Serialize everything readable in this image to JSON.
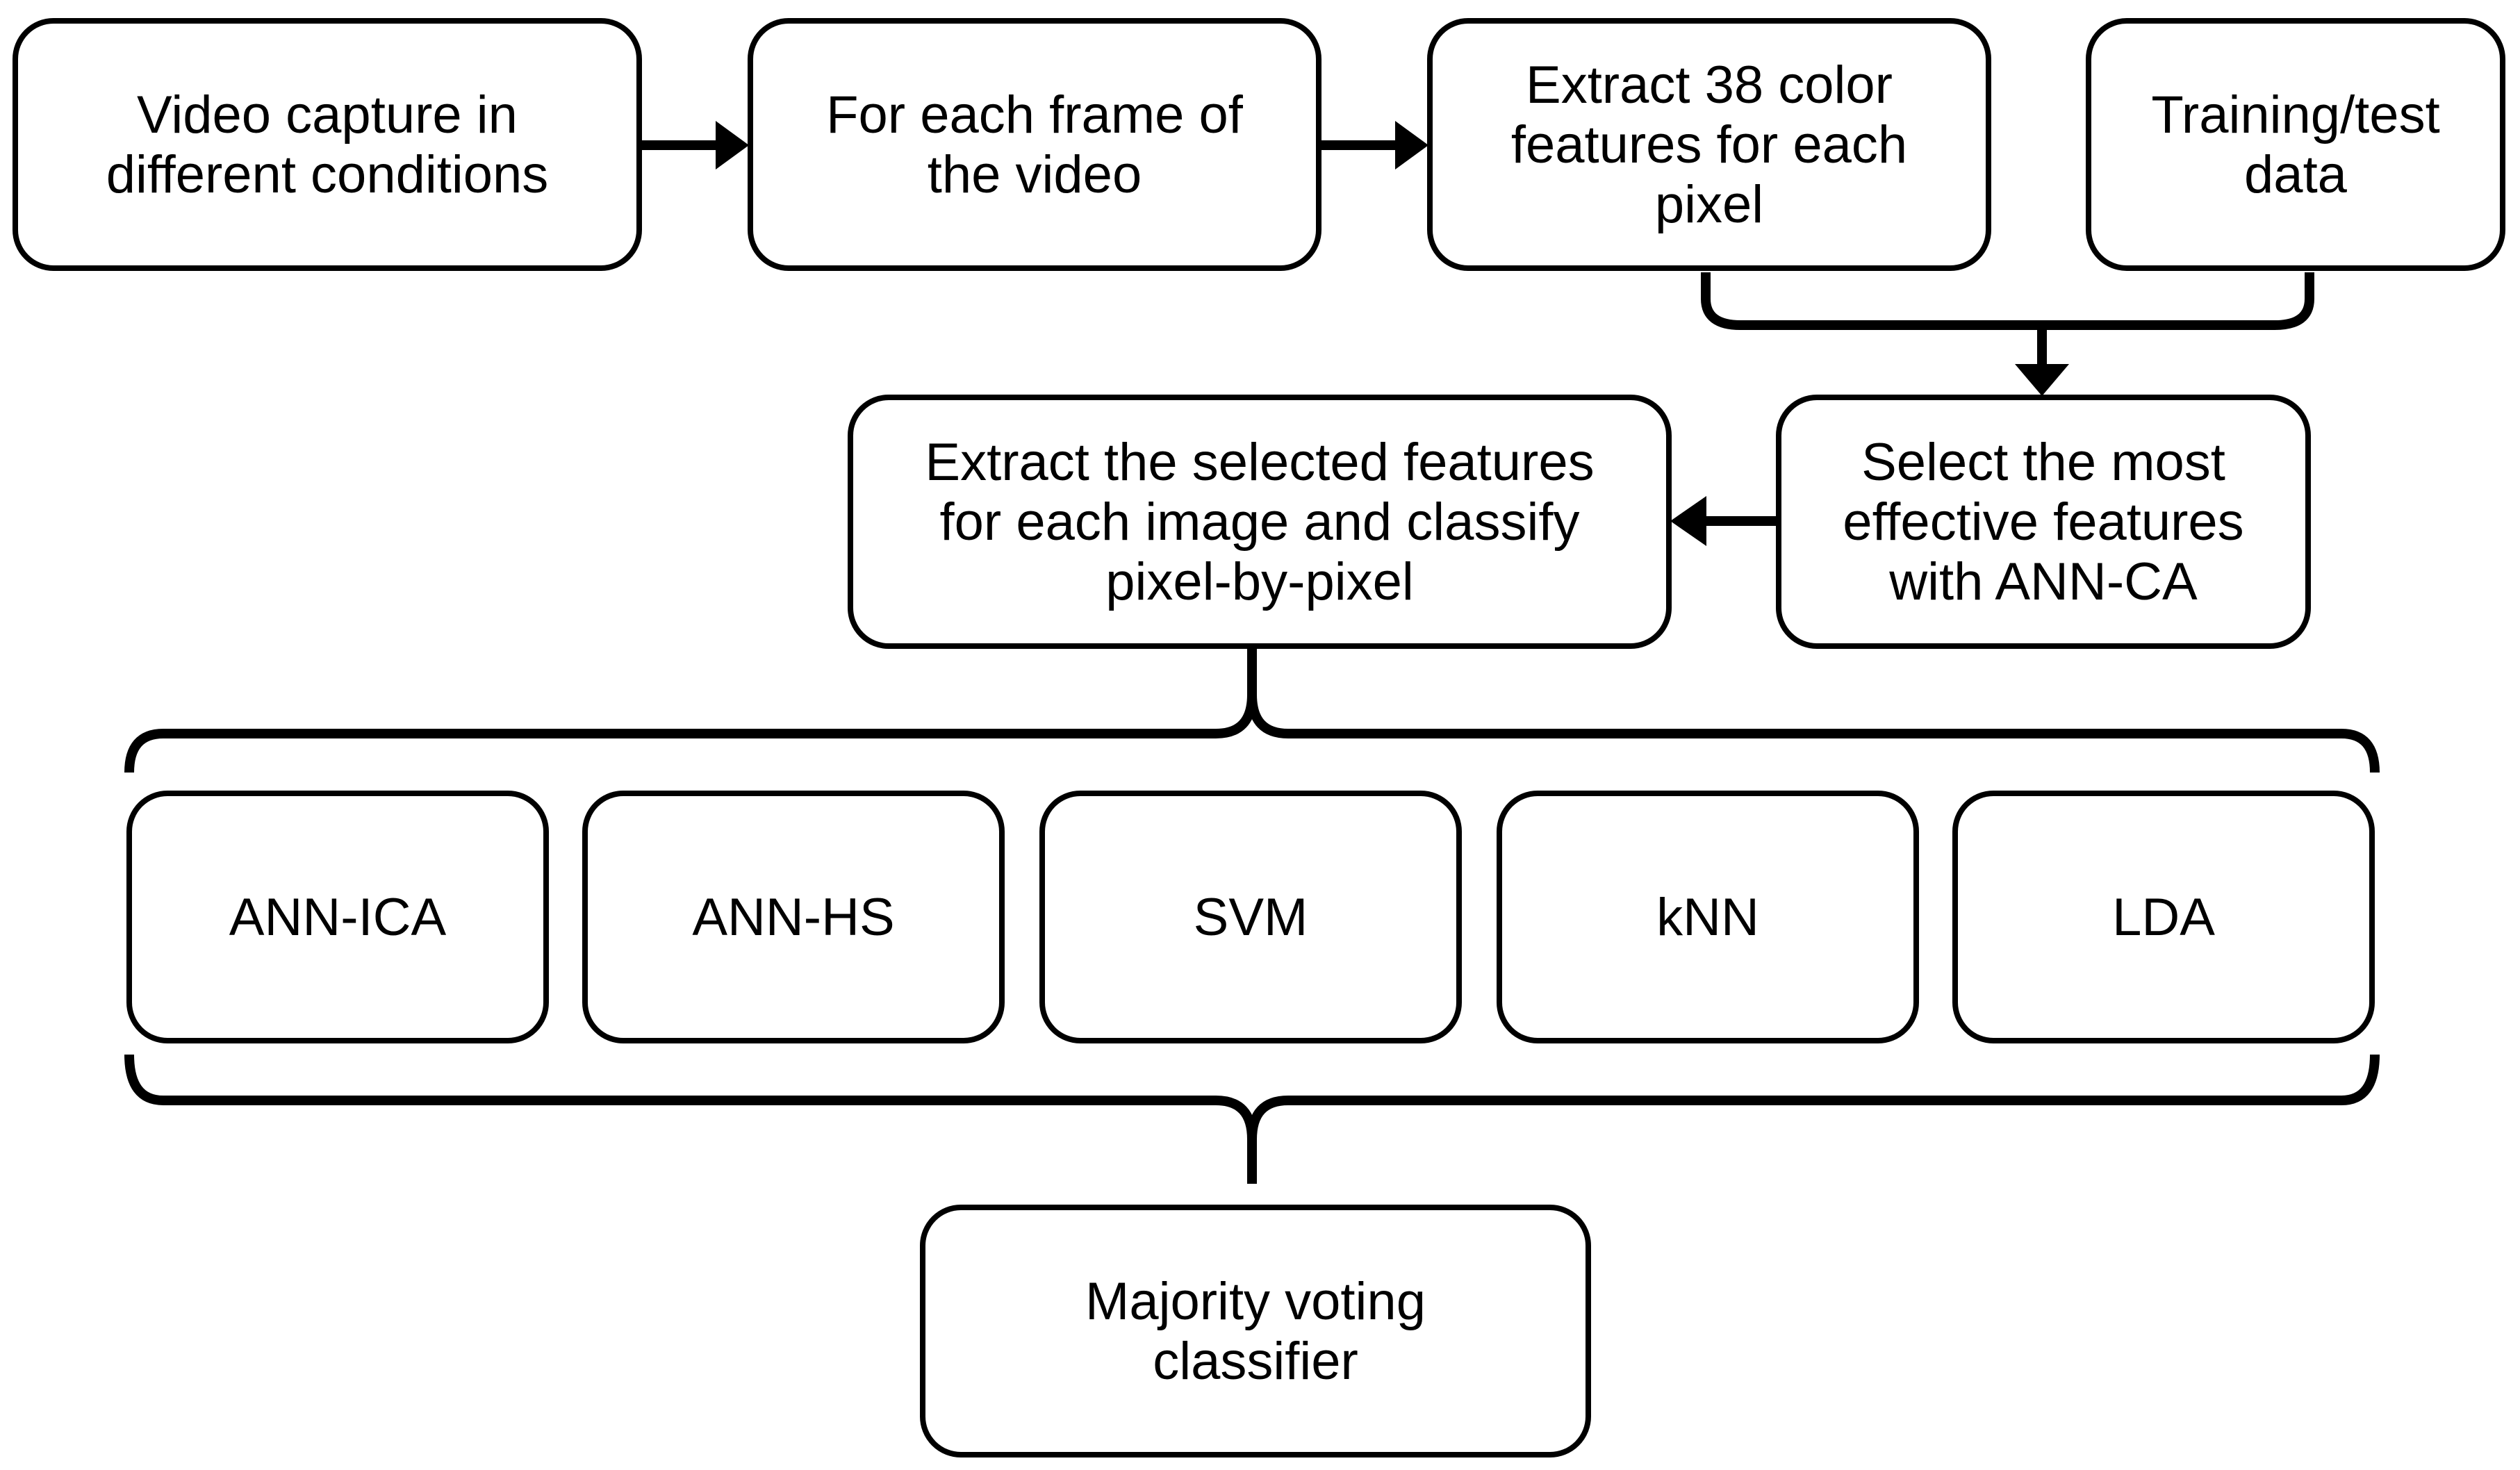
{
  "boxes": {
    "video_capture": [
      "Video capture in",
      "different conditions"
    ],
    "each_frame": [
      "For each frame of",
      "the video"
    ],
    "extract_38": [
      "Extract 38 color",
      "features for each",
      "pixel"
    ],
    "training_test": [
      "Training/test",
      "data"
    ],
    "select_features": [
      "Select the most",
      "effective features",
      "with ANN-CA"
    ],
    "extract_selected": [
      "Extract the selected features",
      "for each image and classify",
      "pixel-by-pixel"
    ],
    "ann_ica": [
      "ANN-ICA"
    ],
    "ann_hs": [
      "ANN-HS"
    ],
    "svm": [
      "SVM"
    ],
    "knn": [
      "kNN"
    ],
    "lda": [
      "LDA"
    ],
    "majority": [
      "Majority voting",
      "classifier"
    ]
  }
}
